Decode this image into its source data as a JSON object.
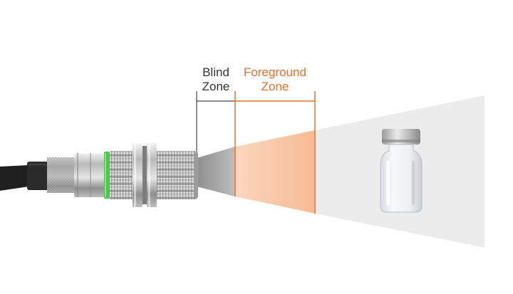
{
  "zones": {
    "blind": {
      "line1": "Blind",
      "line2": "Zone"
    },
    "foreground": {
      "line1": "Foreground",
      "line2": "Zone"
    }
  },
  "colors": {
    "blind_zone_text": "#333333",
    "foreground_accent": "#e8702a",
    "foreground_fill": "#f9c7a6",
    "beam_far": "#ececec",
    "beam_near": "#9a9a9a",
    "sensor_metal": "#c4c4c4",
    "status_led": "#4cc94c",
    "cable": "#222222"
  },
  "objects": {
    "sensor": "proximity-sensor-icon",
    "target": "glass-vial-icon"
  }
}
